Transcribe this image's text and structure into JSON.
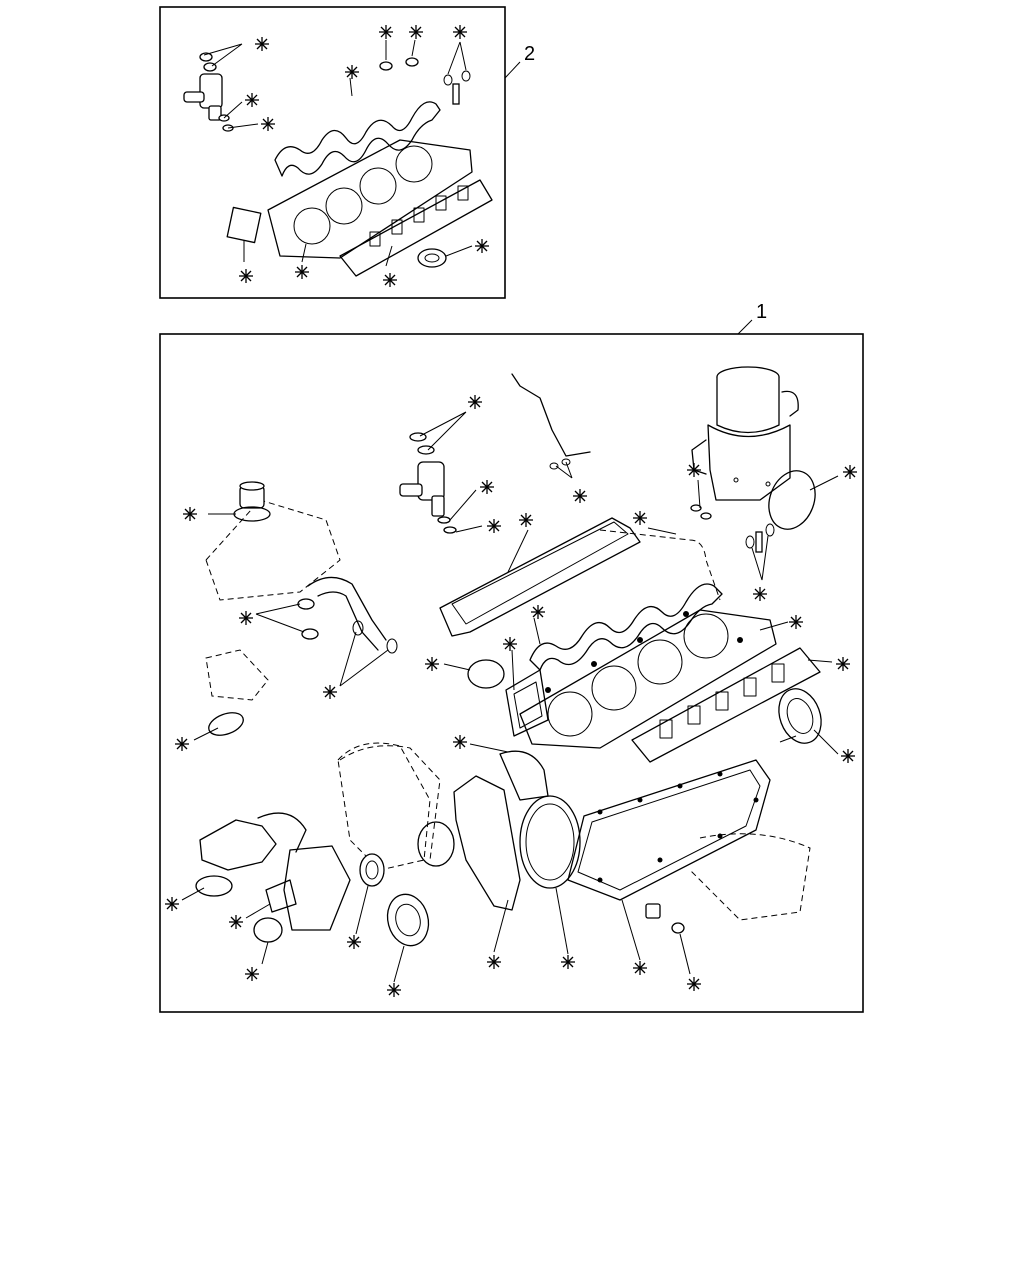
{
  "kits": [
    {
      "id": "kit-2",
      "callout": "2"
    },
    {
      "id": "kit-1",
      "callout": "1"
    }
  ],
  "marker_symbol": "asterisk"
}
